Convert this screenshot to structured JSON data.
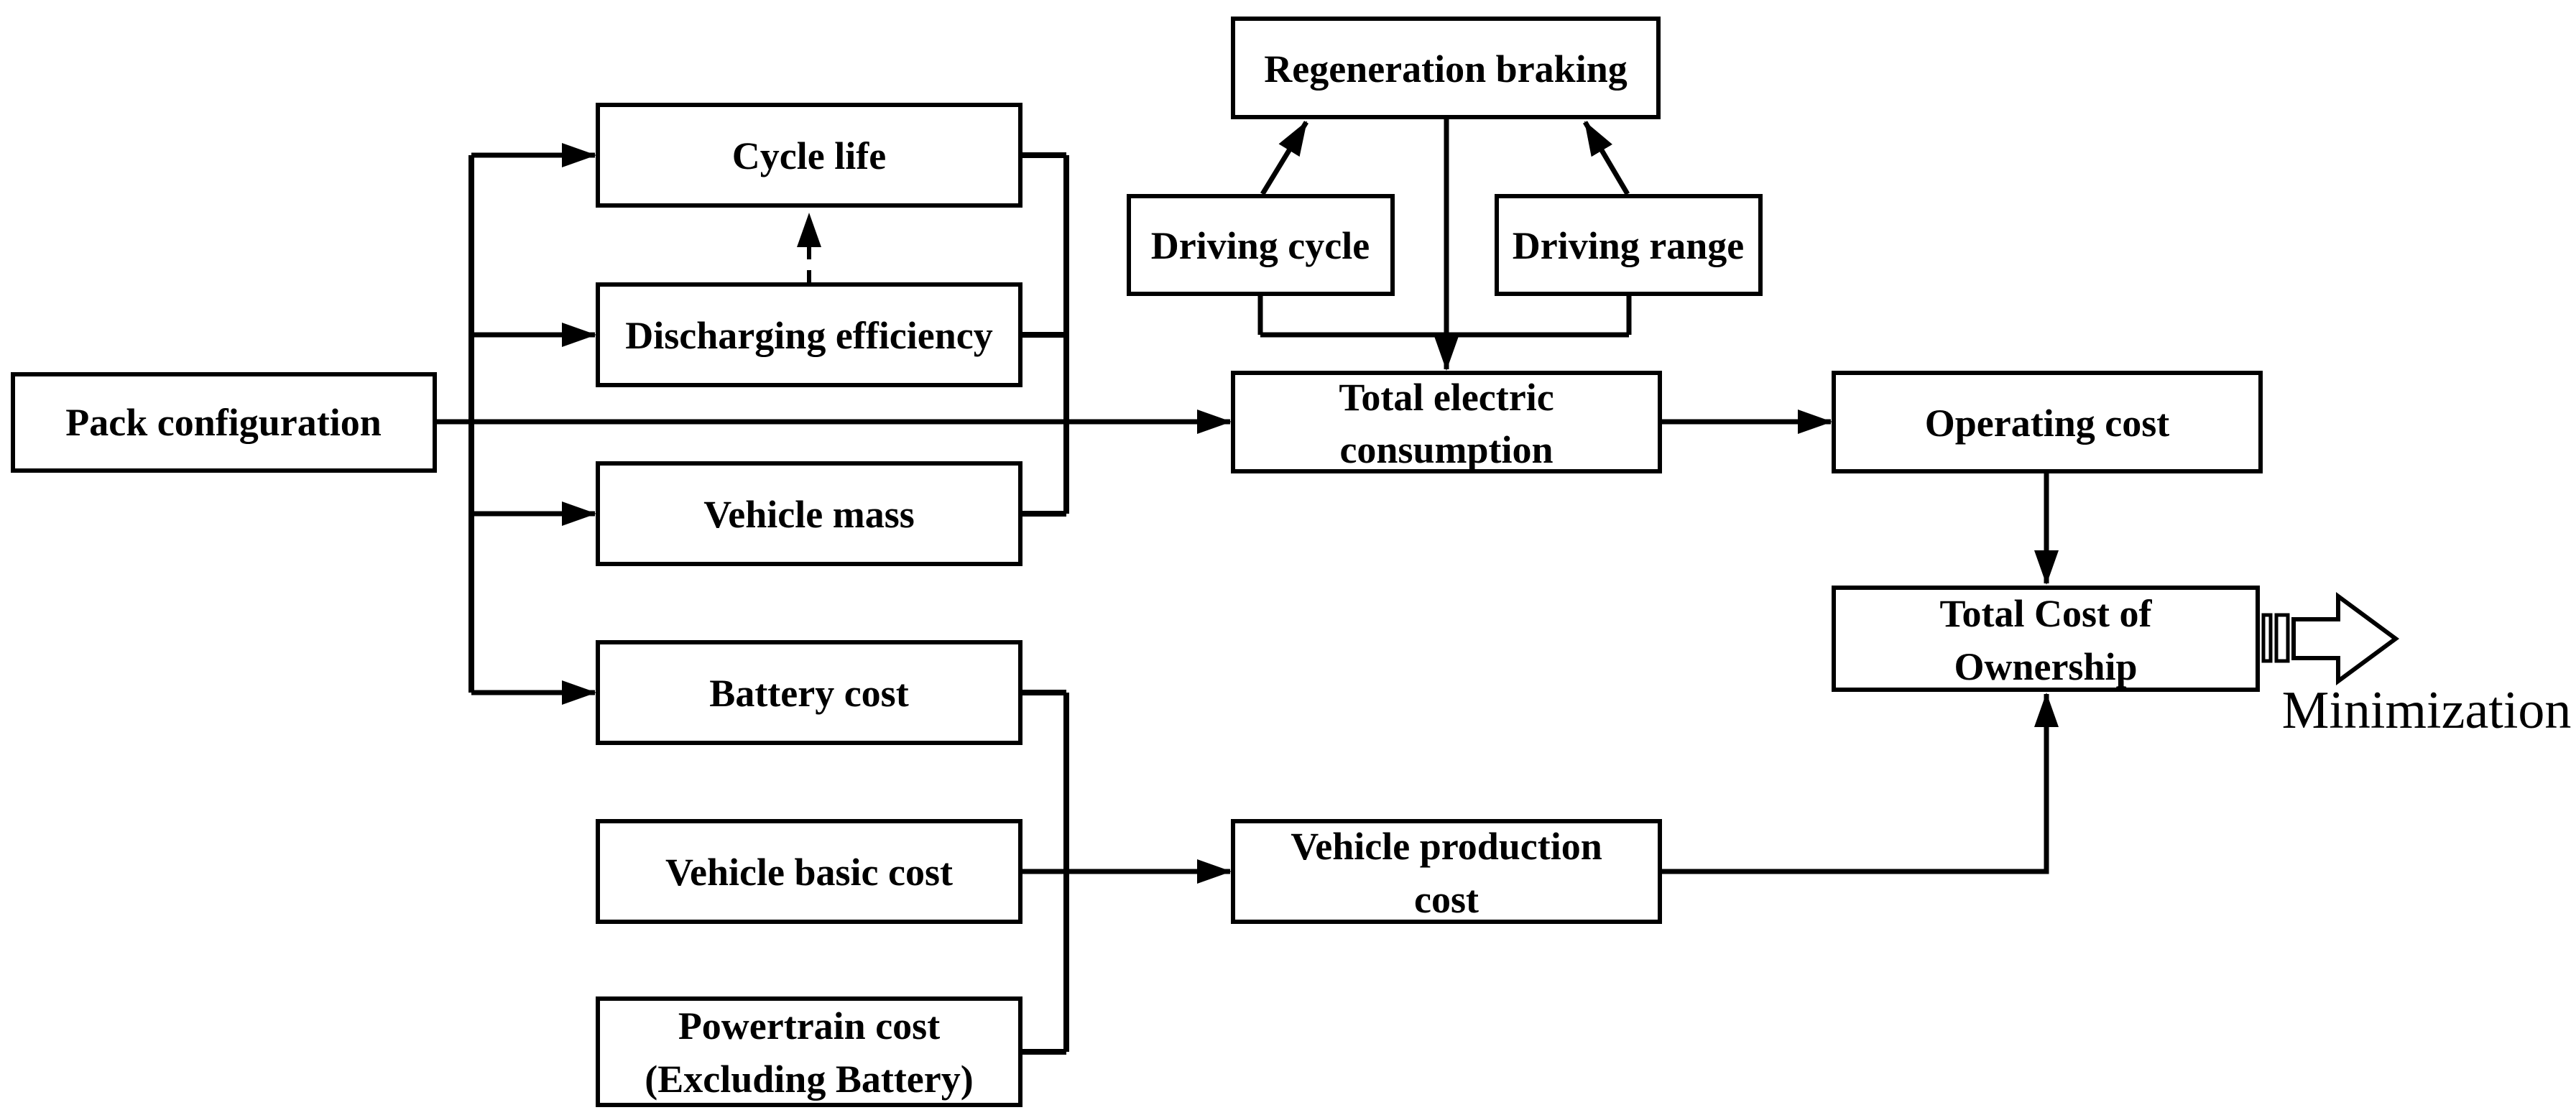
{
  "diagram": {
    "title": "Total Cost of Ownership minimization flowchart",
    "colors": {
      "ink": "#000000",
      "background": "#ffffff"
    },
    "nodes": {
      "pack_configuration": {
        "lines": [
          "Pack configuration"
        ]
      },
      "cycle_life": {
        "lines": [
          "Cycle life"
        ]
      },
      "discharging_efficiency": {
        "lines": [
          "Discharging efficiency"
        ]
      },
      "vehicle_mass": {
        "lines": [
          "Vehicle mass"
        ]
      },
      "battery_cost": {
        "lines": [
          "Battery cost"
        ]
      },
      "vehicle_basic_cost": {
        "lines": [
          "Vehicle basic cost"
        ]
      },
      "powertrain_cost": {
        "lines": [
          "Powertrain cost",
          "(Excluding Battery)"
        ]
      },
      "regeneration_braking": {
        "lines": [
          "Regeneration braking"
        ]
      },
      "driving_cycle": {
        "lines": [
          "Driving cycle"
        ]
      },
      "driving_range": {
        "lines": [
          "Driving range"
        ]
      },
      "total_electric_consumption": {
        "lines": [
          "Total electric",
          "consumption"
        ]
      },
      "operating_cost": {
        "lines": [
          "Operating cost"
        ]
      },
      "total_cost_of_ownership": {
        "lines": [
          "Total Cost of",
          "Ownership"
        ]
      },
      "vehicle_production_cost": {
        "lines": [
          "Vehicle production",
          "cost"
        ]
      }
    },
    "annotations": {
      "minimization": {
        "label": "Minimization"
      }
    },
    "edges": [
      {
        "from": "pack_configuration",
        "to": "cycle_life",
        "style": "solid-arrow"
      },
      {
        "from": "pack_configuration",
        "to": "discharging_efficiency",
        "style": "solid-arrow"
      },
      {
        "from": "pack_configuration",
        "to": "vehicle_mass",
        "style": "solid-arrow"
      },
      {
        "from": "pack_configuration",
        "to": "battery_cost",
        "style": "solid-arrow"
      },
      {
        "from": "pack_configuration",
        "to": "total_electric_consumption",
        "style": "solid-arrow"
      },
      {
        "from": "discharging_efficiency",
        "to": "cycle_life",
        "style": "dashed-arrow"
      },
      {
        "from": "cycle_life",
        "to": "total_electric_consumption",
        "style": "solid-join"
      },
      {
        "from": "discharging_efficiency",
        "to": "total_electric_consumption",
        "style": "solid-join"
      },
      {
        "from": "vehicle_mass",
        "to": "total_electric_consumption",
        "style": "solid-join"
      },
      {
        "from": "driving_cycle",
        "to": "regeneration_braking",
        "style": "solid-arrow"
      },
      {
        "from": "driving_range",
        "to": "regeneration_braking",
        "style": "solid-arrow"
      },
      {
        "from": "regeneration_braking",
        "to": "total_electric_consumption",
        "style": "solid-arrow"
      },
      {
        "from": "driving_cycle",
        "to": "total_electric_consumption",
        "style": "solid-join"
      },
      {
        "from": "driving_range",
        "to": "total_electric_consumption",
        "style": "solid-join"
      },
      {
        "from": "total_electric_consumption",
        "to": "operating_cost",
        "style": "solid-arrow"
      },
      {
        "from": "operating_cost",
        "to": "total_cost_of_ownership",
        "style": "solid-arrow"
      },
      {
        "from": "battery_cost",
        "to": "vehicle_production_cost",
        "style": "solid-join"
      },
      {
        "from": "vehicle_basic_cost",
        "to": "vehicle_production_cost",
        "style": "solid-arrow"
      },
      {
        "from": "powertrain_cost",
        "to": "vehicle_production_cost",
        "style": "solid-join"
      },
      {
        "from": "vehicle_production_cost",
        "to": "total_cost_of_ownership",
        "style": "solid-arrow"
      },
      {
        "from": "total_cost_of_ownership",
        "to": "minimization",
        "style": "striped-block-arrow"
      }
    ]
  }
}
